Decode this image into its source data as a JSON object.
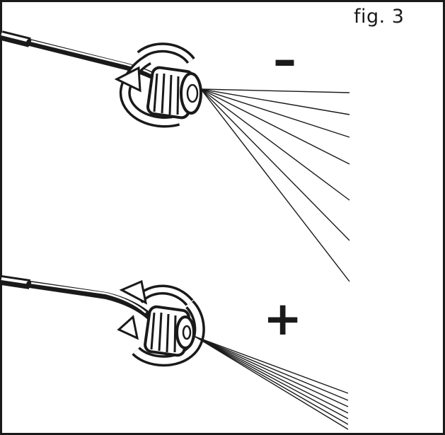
{
  "figure": {
    "label": "fig. 3"
  },
  "top_panel": {
    "sign": "–",
    "spray": "wide-spray",
    "rotation": "counterclockwise-arrow-icon"
  },
  "bottom_panel": {
    "sign": "+",
    "spray": "narrow-spray",
    "rotation": "clockwise-arrow-icon"
  },
  "colors": {
    "line": "#1a1a1a",
    "background": "#ffffff"
  }
}
